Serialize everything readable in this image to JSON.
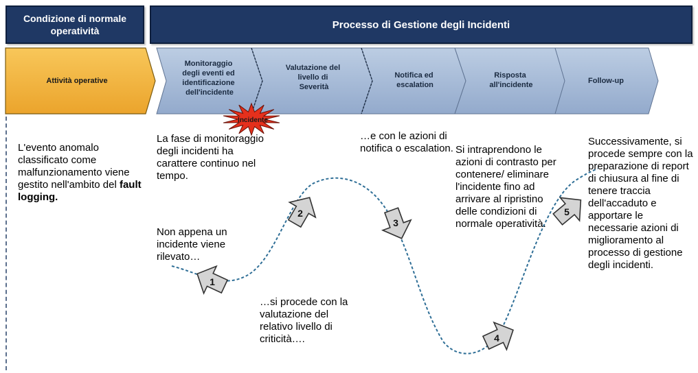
{
  "header": {
    "left_title": "Condizione di normale operatività",
    "process_title": "Processo di Gestione degli Incidenti"
  },
  "chevrons": [
    "Attività operative",
    "Monitoraggio degli eventi ed identificazione dell'incidente",
    "Valutazione del livello di Severità",
    "Notifica ed escalation",
    "Risposta all'incidente",
    "Follow-up"
  ],
  "burst_label": "Incidente",
  "left_text": {
    "main": "L'evento anomalo classificato come malfunzionamento viene gestito nell'ambito del",
    "bold": "fault logging."
  },
  "steps": [
    {
      "number": "1",
      "text_a": "La fase di monitoraggio degli incidenti ha carattere continuo nel tempo.",
      "text_b": "Non appena un incidente viene rilevato…"
    },
    {
      "number": "2",
      "text": "…si procede con la valutazione del relativo livello di criticità…."
    },
    {
      "number": "3",
      "text": "…e con le azioni di notifica o escalation."
    },
    {
      "number": "4",
      "text": "Si intraprendono le azioni di contrasto per contenere/ eliminare l'incidente fino ad arrivare al ripristino delle condizioni di normale operatività."
    },
    {
      "number": "5",
      "text": "Successivamente, si procede sempre con la preparazione di report di chiusura al fine di tenere traccia dell'accaduto e apportare le necessarie azioni di miglioramento al processo di gestione degli incidenti."
    }
  ],
  "colors": {
    "header_bg": "#1f3864",
    "chevron_blue": "#a9bed9",
    "chevron_orange": "#f4b841",
    "burst_red": "#e5301c",
    "path": "#2e6e96",
    "arrow_fill": "#d4d4d4"
  }
}
